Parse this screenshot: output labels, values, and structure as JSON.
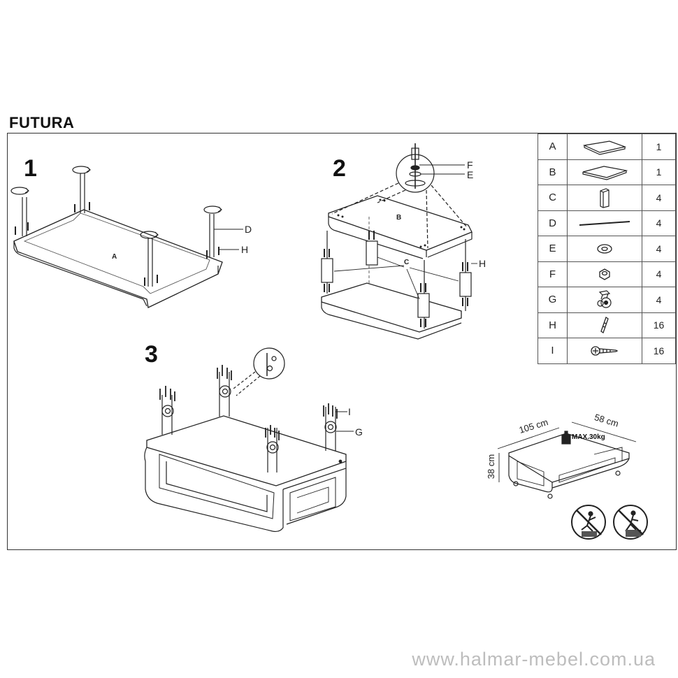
{
  "title": "FUTURA",
  "steps": [
    "1",
    "2",
    "3"
  ],
  "parts": [
    {
      "letter": "A",
      "qty": "1",
      "icon": "top-panel-icon"
    },
    {
      "letter": "B",
      "qty": "1",
      "icon": "bottom-panel-icon"
    },
    {
      "letter": "C",
      "qty": "4",
      "icon": "connector-block-icon"
    },
    {
      "letter": "D",
      "qty": "4",
      "icon": "threaded-rod-icon"
    },
    {
      "letter": "E",
      "qty": "4",
      "icon": "washer-icon"
    },
    {
      "letter": "F",
      "qty": "4",
      "icon": "nut-icon"
    },
    {
      "letter": "G",
      "qty": "4",
      "icon": "caster-wheel-icon"
    },
    {
      "letter": "H",
      "qty": "16",
      "icon": "dowel-icon"
    },
    {
      "letter": "I",
      "qty": "16",
      "icon": "screw-icon"
    }
  ],
  "callouts": {
    "step1": {
      "panel": "A",
      "rod": "D",
      "dowel": "H"
    },
    "step2": {
      "panel": "B",
      "nut": "F",
      "washer": "E",
      "block": "C",
      "dowel": "H"
    },
    "step3": {
      "screw": "I",
      "wheel": "G"
    }
  },
  "dimensions": {
    "length": "105 cm",
    "depth": "58 cm",
    "height": "38 cm",
    "max_load": "MAX.30kg"
  },
  "watermark": "www.halmar-mebel.com.ua"
}
